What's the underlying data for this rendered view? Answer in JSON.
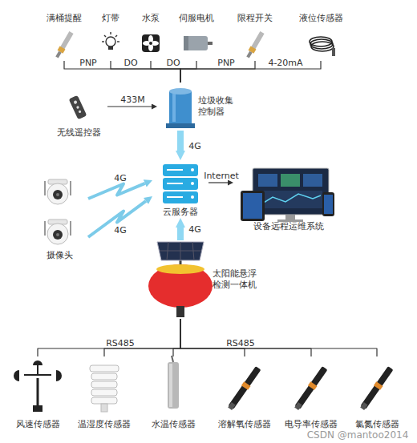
{
  "diagram": {
    "nodes": [
      {
        "text": [
          "满桶提醒"
        ]
      },
      {
        "text": [
          "灯带"
        ]
      },
      {
        "text": [
          "水泵"
        ]
      },
      {
        "text": [
          "伺服电机"
        ]
      },
      {
        "text": [
          "限程开关"
        ]
      },
      {
        "text": [
          "液位传感器"
        ]
      },
      {
        "text": [
          "无线遥控器"
        ]
      },
      {
        "text": [
          "垃圾收集 控制器"
        ]
      },
      {
        "text": [
          "云服务器"
        ]
      },
      {
        "text": [
          "摄像头"
        ]
      },
      {
        "text": [
          "设备远程运维系统"
        ]
      },
      {
        "text": [
          "太阳能悬浮 检测一体机"
        ]
      },
      {
        "text": [
          "风速传感器"
        ]
      },
      {
        "text": [
          "温湿度传感器"
        ]
      },
      {
        "text": [
          "水温传感器"
        ]
      },
      {
        "text": [
          "溶解氧传感器"
        ]
      },
      {
        "text": [
          "电导率传感器"
        ]
      },
      {
        "text": [
          "氯氮传感器"
        ]
      }
    ],
    "edges": [
      {
        "from": 0,
        "to": 7,
        "arrow": "none"
      },
      {
        "from": 1,
        "to": 7,
        "arrow": "none"
      },
      {
        "from": 2,
        "to": 7,
        "arrow": "none"
      },
      {
        "from": 3,
        "to": 7,
        "arrow": "none"
      },
      {
        "from": 4,
        "to": 7,
        "arrow": "none"
      },
      {
        "from": 5,
        "to": 7,
        "arrow": "none"
      },
      {
        "from": 6,
        "to": 7,
        "label": "433M",
        "arrow": "to"
      },
      {
        "from": 7,
        "to": 8,
        "label": "4G",
        "arrow": "to"
      },
      {
        "from": 9,
        "to": 8,
        "label": "4G",
        "arrow": "to"
      },
      {
        "from": 9,
        "to": 8,
        "label": "4G",
        "arrow": "to"
      },
      {
        "from": 8,
        "to": 10,
        "label": "Internet",
        "arrow": "to"
      },
      {
        "from": 11,
        "to": 8,
        "label": "4G",
        "arrow": "to"
      },
      {
        "from": 11,
        "to": 12,
        "arrow": "none"
      },
      {
        "from": 11,
        "to": 13,
        "arrow": "none"
      },
      {
        "from": 11,
        "to": 14,
        "arrow": "none"
      },
      {
        "from": 11,
        "to": 15,
        "arrow": "none"
      },
      {
        "from": 11,
        "to": 16,
        "arrow": "none"
      },
      {
        "from": 11,
        "to": 17,
        "arrow": "none"
      }
    ],
    "labels": [
      "PNP",
      "DO",
      "DO",
      "PNP",
      "4-20mA",
      "RS485",
      "RS485",
      "CSDN @mantoo2014"
    ]
  }
}
